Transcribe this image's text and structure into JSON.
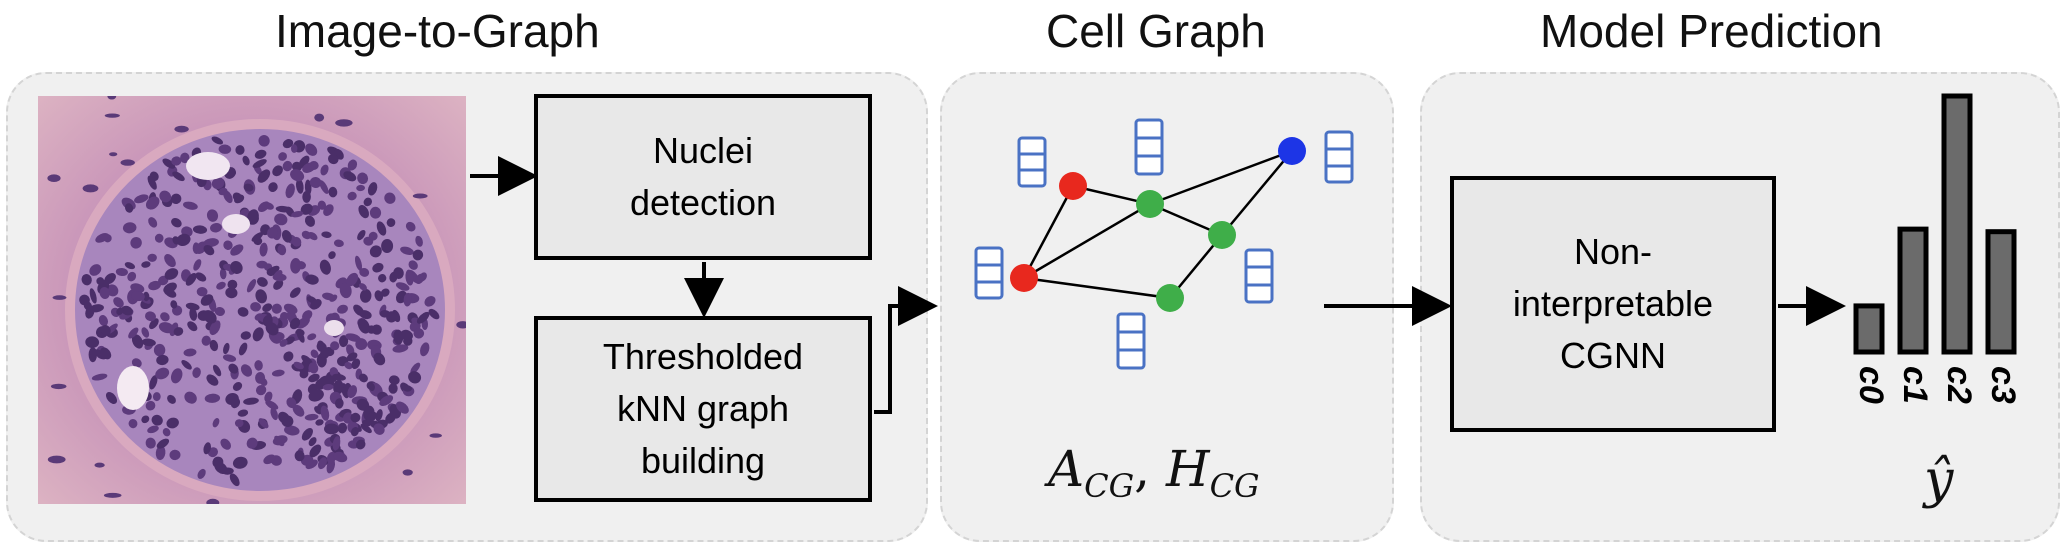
{
  "titles": {
    "image_to_graph": "Image-to-Graph",
    "cell_graph": "Cell Graph",
    "model_prediction": "Model Prediction"
  },
  "boxes": {
    "nuclei_detection": "Nuclei\ndetection",
    "knn_graph": "Thresholded\nkNN graph\nbuilding",
    "cgnn": "Non-\ninterpretable\nCGNN"
  },
  "formula": {
    "a": "A",
    "a_sub": "CG",
    "sep": ", ",
    "h": "H",
    "h_sub": "CG"
  },
  "prediction": {
    "output_label": "ŷ",
    "bars": [
      {
        "label": "c0",
        "value": 0.18
      },
      {
        "label": "c1",
        "value": 0.48
      },
      {
        "label": "c2",
        "value": 1.0
      },
      {
        "label": "c3",
        "value": 0.47
      }
    ]
  },
  "graph_nodes": [
    {
      "id": "n1",
      "color": "#e8281e"
    },
    {
      "id": "n2",
      "color": "#3fae49"
    },
    {
      "id": "n3",
      "color": "#1d35e6"
    },
    {
      "id": "n4",
      "color": "#e8281e"
    },
    {
      "id": "n5",
      "color": "#3fae49"
    },
    {
      "id": "n6",
      "color": "#3fae49"
    }
  ],
  "colors": {
    "panel": "#f0f0f0",
    "box_fill": "#e8e8e8",
    "bar_fill": "#6b6b6b",
    "feature_vector": "#4a72c4",
    "node_red": "#e8281e",
    "node_green": "#3fae49",
    "node_blue": "#1d35e6",
    "tissue_bg": "#c98fb0",
    "nucleus": "#4a2e68"
  }
}
